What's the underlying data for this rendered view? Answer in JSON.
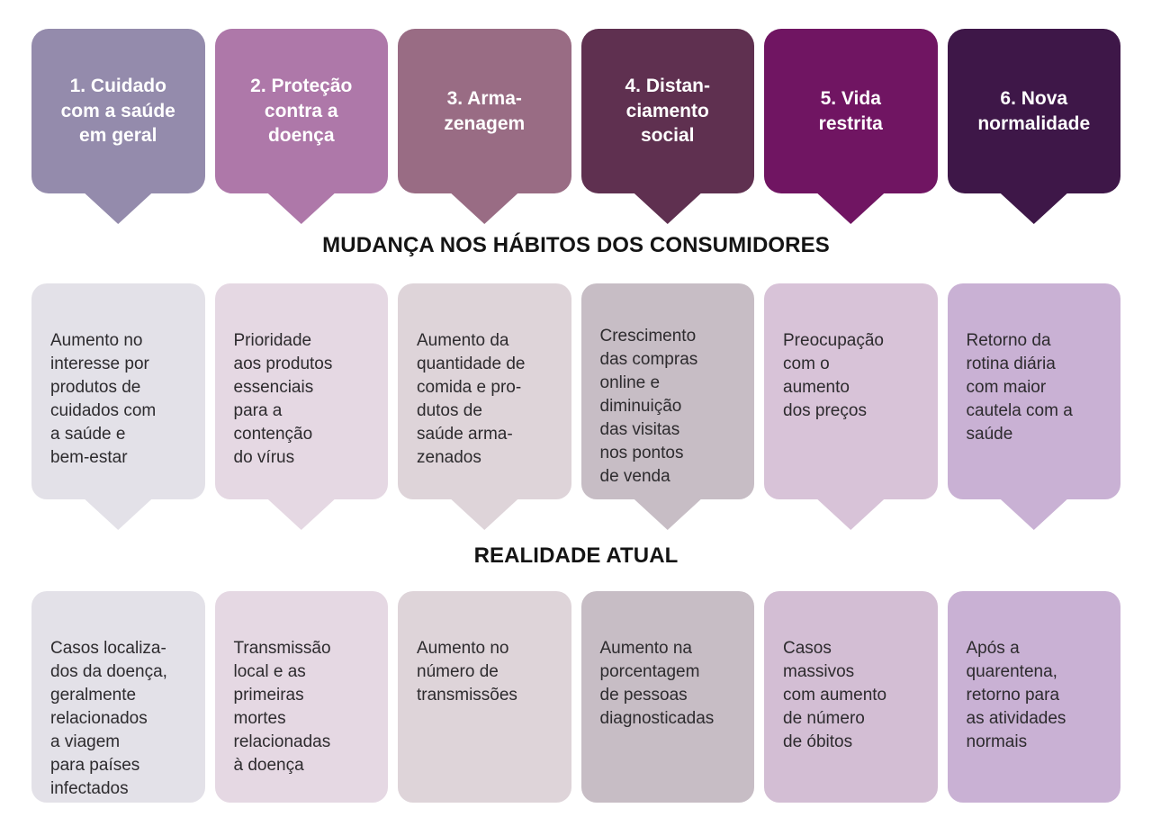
{
  "section1_title": "MUDANÇA NOS HÁBITOS DOS CONSUMIDORES",
  "section2_title": "REALIDADE ATUAL",
  "palette": {
    "background": "#ffffff",
    "header_text": "#ffffff",
    "body_text": "#2d2b2e",
    "title_text": "#141414"
  },
  "columns": [
    {
      "header": {
        "label": "1. Cuidado\ncom a saúde\nem geral",
        "bg": "#948bac"
      },
      "habit": {
        "text": "Aumento no\ninteresse por\nprodutos de\ncuidados com\na saúde e\nbem-estar",
        "bg": "#e3e1e8"
      },
      "reality": {
        "text": "Casos localiza-\ndos da doença,\ngeralmente\nrelacionados\na viagem\npara países\ninfectados",
        "bg": "#e3e1e8"
      }
    },
    {
      "header": {
        "label": "2. Proteção\ncontra a\ndoença",
        "bg": "#ae78a9"
      },
      "habit": {
        "text": "Prioridade\naos produtos\nessenciais\npara a\ncontenção\ndo vírus",
        "bg": "#e5d8e3"
      },
      "reality": {
        "text": "Transmissão\nlocal e as\nprimeiras\nmortes\nrelacionadas\nà doença",
        "bg": "#e5d8e3"
      }
    },
    {
      "header": {
        "label": "3. Arma-\nzenagem",
        "bg": "#996c84"
      },
      "habit": {
        "text": "Aumento da\nquantidade de\ncomida e pro-\ndutos de\nsaúde arma-\nzenados",
        "bg": "#ded4d9"
      },
      "reality": {
        "text": "Aumento no\nnúmero de\ntransmissões",
        "bg": "#ded4d9"
      }
    },
    {
      "header": {
        "label": "4. Distan-\nciamento\nsocial",
        "bg": "#5f3050"
      },
      "habit": {
        "text": "Crescimento\ndas compras\nonline e\ndiminuição\ndas visitas\nnos pontos\nde venda",
        "bg": "#c7bdc5"
      },
      "reality": {
        "text": "Aumento na\nporcentagem\nde pessoas\ndiagnosticadas",
        "bg": "#c7bdc5"
      }
    },
    {
      "header": {
        "label": "5. Vida\nrestrita",
        "bg": "#701562"
      },
      "habit": {
        "text": "Preocupação\ncom o\naumento\ndos preços",
        "bg": "#d8c3d8"
      },
      "reality": {
        "text": "Casos\nmassivos\ncom aumento\nde número\nde óbitos",
        "bg": "#d3bed4"
      }
    },
    {
      "header": {
        "label": "6. Nova\nnormalidade",
        "bg": "#3e1748"
      },
      "habit": {
        "text": "Retorno da\nrotina diária\ncom maior\ncautela com a\nsaúde",
        "bg": "#c9b1d4"
      },
      "reality": {
        "text": "Após a\nquarentena,\nretorno para\nas atividades\nnormais",
        "bg": "#c9b1d4"
      }
    }
  ]
}
